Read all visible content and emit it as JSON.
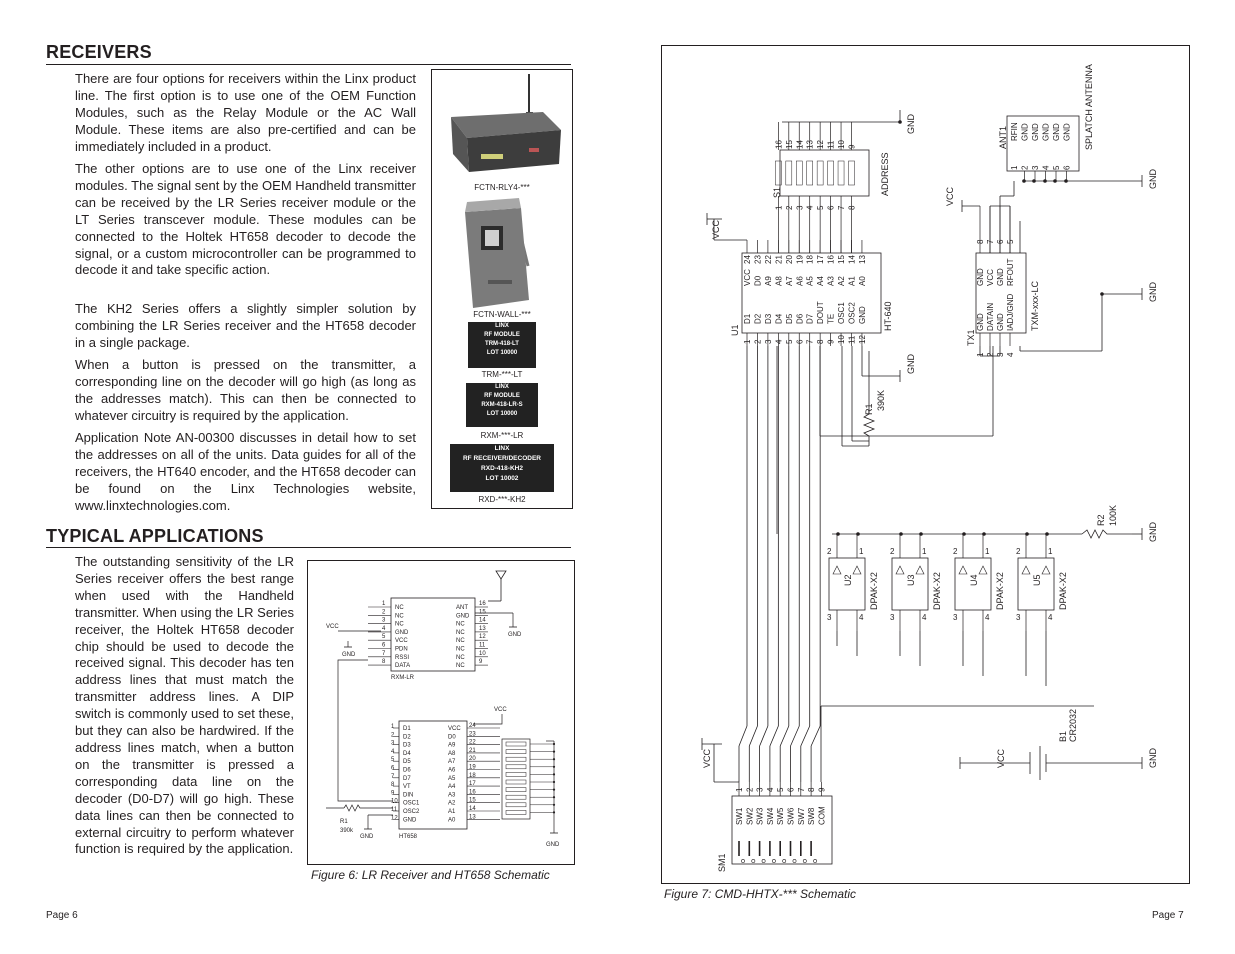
{
  "left_page": {
    "receivers": {
      "heading": "RECEIVERS",
      "paragraphs": [
        "There are four options for receivers within the Linx product line. The first option is to use one of the OEM Function Modules, such as the Relay Module or the AC Wall Module. These items are also pre-certified and can be immediately included in a product.",
        "The other options are to use one of the Linx receiver modules. The signal sent by the OEM Handheld transmitter can be received by the LR Series receiver module or the LT Series transcever module. These modules can be connected to the Holtek HT658 decoder to decode the signal, or a custom microcontroller can be programmed to decode it and take specific action.",
        "The KH2 Series offers a slightly simpler solution by combining the LR Series receiver and the HT658 decoder in a single package.",
        "When a button is pressed on the transmitter, a corresponding line on the decoder will go high (as long as the addresses match). This can then be connected to whatever circuitry is required by the application.",
        "Application Note AN-00300 discusses in detail how to set the addresses on all of the units. Data guides for all of the receivers, the HT640 encoder, and the HT658 decoder can be found on the Linx Technologies website, www.linxtechnologies.com."
      ],
      "photos": [
        {
          "caption": "FCTN-RLY4-***"
        },
        {
          "caption": "FCTN-WALL-***"
        },
        {
          "caption": "TRM-***-LT",
          "chip_lines": [
            "LINX",
            "RF MODULE",
            "TRM-418-LT",
            "LOT 10000"
          ]
        },
        {
          "caption": "RXM-***-LR",
          "chip_lines": [
            "LINX",
            "RF MODULE",
            "RXM-418-LR-S",
            "LOT 10000"
          ]
        },
        {
          "caption": "RXD-***-KH2",
          "chip_lines": [
            "LINX",
            "RF RECEIVER/DECODER",
            "RXD-418-KH2",
            "LOT 10002"
          ]
        }
      ]
    },
    "typical_applications": {
      "heading": "TYPICAL APPLICATIONS",
      "paragraph": "The outstanding sensitivity of the LR Series receiver offers the best range when used with the Handheld transmitter. When using the LR Series receiver, the Holtek HT658 decoder chip should be used to decode the received signal. This decoder has ten address lines that must match the transmitter address lines. A DIP switch is commonly used to set these, but they can also be hardwired. If the address lines match, when a button on the transmitter is pressed a corresponding data line on the decoder (D0-D7) will go high. These data lines can then be connected to external circuitry to perform whatever function is required by the application."
    },
    "figure6": {
      "caption": "Figure 6: LR Receiver and HT658 Schematic",
      "rxm": {
        "label": "RXM-LR",
        "left_pins": [
          "1",
          "2",
          "3",
          "4",
          "5",
          "6",
          "7",
          "8"
        ],
        "left_names": [
          "NC",
          "NC",
          "NC",
          "GND",
          "VCC",
          "PDN",
          "RSSI",
          "DATA"
        ],
        "right_pins": [
          "16",
          "15",
          "14",
          "13",
          "12",
          "11",
          "10",
          "9"
        ],
        "right_names": [
          "ANT",
          "GND",
          "NC",
          "NC",
          "NC",
          "NC",
          "NC",
          "NC"
        ]
      },
      "ht658": {
        "label": "HT658",
        "left_pins": [
          "1",
          "2",
          "3",
          "4",
          "5",
          "6",
          "7",
          "8",
          "9",
          "10",
          "11",
          "12"
        ],
        "left_names": [
          "D1",
          "D2",
          "D3",
          "D4",
          "D5",
          "D6",
          "D7",
          "VT",
          "DIN",
          "OSC1",
          "OSC2",
          "GND"
        ],
        "right_pins": [
          "24",
          "23",
          "22",
          "21",
          "20",
          "19",
          "18",
          "17",
          "16",
          "15",
          "14",
          "13"
        ],
        "right_names": [
          "VCC",
          "D0",
          "A9",
          "A8",
          "A7",
          "A6",
          "A5",
          "A4",
          "A3",
          "A2",
          "A1",
          "A0"
        ]
      },
      "labels": {
        "vcc": "VCC",
        "gnd": "GND",
        "r1": "R1",
        "r1_value": "390k"
      }
    },
    "page_number": "Page 6"
  },
  "right_page": {
    "figure7": {
      "caption": "Figure 7: CMD-HHTX-*** Schematic",
      "u1": {
        "ref": "U1",
        "part": "HT-640",
        "left_pins": [
          "1",
          "2",
          "3",
          "4",
          "5",
          "6",
          "7",
          "8",
          "9",
          "10",
          "11",
          "12"
        ],
        "left_names": [
          "D1",
          "D2",
          "D3",
          "D4",
          "D5",
          "D6",
          "D7",
          "DOUT",
          "TE",
          "OSC1",
          "OSC2",
          "GND"
        ],
        "right_pins": [
          "24",
          "23",
          "22",
          "21",
          "20",
          "19",
          "18",
          "17",
          "16",
          "15",
          "14",
          "13"
        ],
        "right_names": [
          "VCC",
          "D0",
          "A9",
          "A8",
          "A7",
          "A6",
          "A5",
          "A4",
          "A3",
          "A2",
          "A1",
          "A0"
        ]
      },
      "s1": {
        "ref": "S1",
        "label": "ADDRESS",
        "left_pins": [
          "1",
          "2",
          "3",
          "4",
          "5",
          "6",
          "7",
          "8"
        ],
        "right_pins": [
          "16",
          "15",
          "14",
          "13",
          "12",
          "11",
          "10",
          "9"
        ]
      },
      "tx1": {
        "ref": "TX1",
        "part": "TXM-xxx-LC",
        "left_pins": [
          "1",
          "2",
          "3",
          "4"
        ],
        "left_names": [
          "GND",
          "DATAIN",
          "GND",
          "IADJ/GND"
        ],
        "right_pins": [
          "8",
          "7",
          "6",
          "5"
        ],
        "right_names": [
          "GND",
          "VCC",
          "GND",
          "RFOUT"
        ]
      },
      "ant1": {
        "ref": "ANT1",
        "part": "SPLATCH ANTENNA",
        "pins": [
          "1",
          "2",
          "3",
          "4",
          "5",
          "6"
        ],
        "names": [
          "RFIN",
          "GND",
          "GND",
          "GND",
          "GND",
          "GND"
        ]
      },
      "diodes": [
        {
          "ref": "U2",
          "part": "DPAK-X2"
        },
        {
          "ref": "U3",
          "part": "DPAK-X2"
        },
        {
          "ref": "U4",
          "part": "DPAK-X2"
        },
        {
          "ref": "U5",
          "part": "DPAK-X2"
        }
      ],
      "sm1": {
        "ref": "SM1",
        "pins": [
          "1",
          "2",
          "3",
          "4",
          "5",
          "6",
          "7",
          "8",
          "9"
        ],
        "names": [
          "SW1",
          "SW2",
          "SW3",
          "SW4",
          "SW5",
          "SW6",
          "SW7",
          "SW8",
          "COM"
        ]
      },
      "r1": {
        "ref": "R1",
        "value": "390K"
      },
      "r2": {
        "ref": "R2",
        "value": "100K"
      },
      "b1": {
        "ref": "B1",
        "value": "CR2032"
      },
      "labels": {
        "vcc": "VCC",
        "gnd": "GND"
      }
    },
    "page_number": "Page 7"
  }
}
